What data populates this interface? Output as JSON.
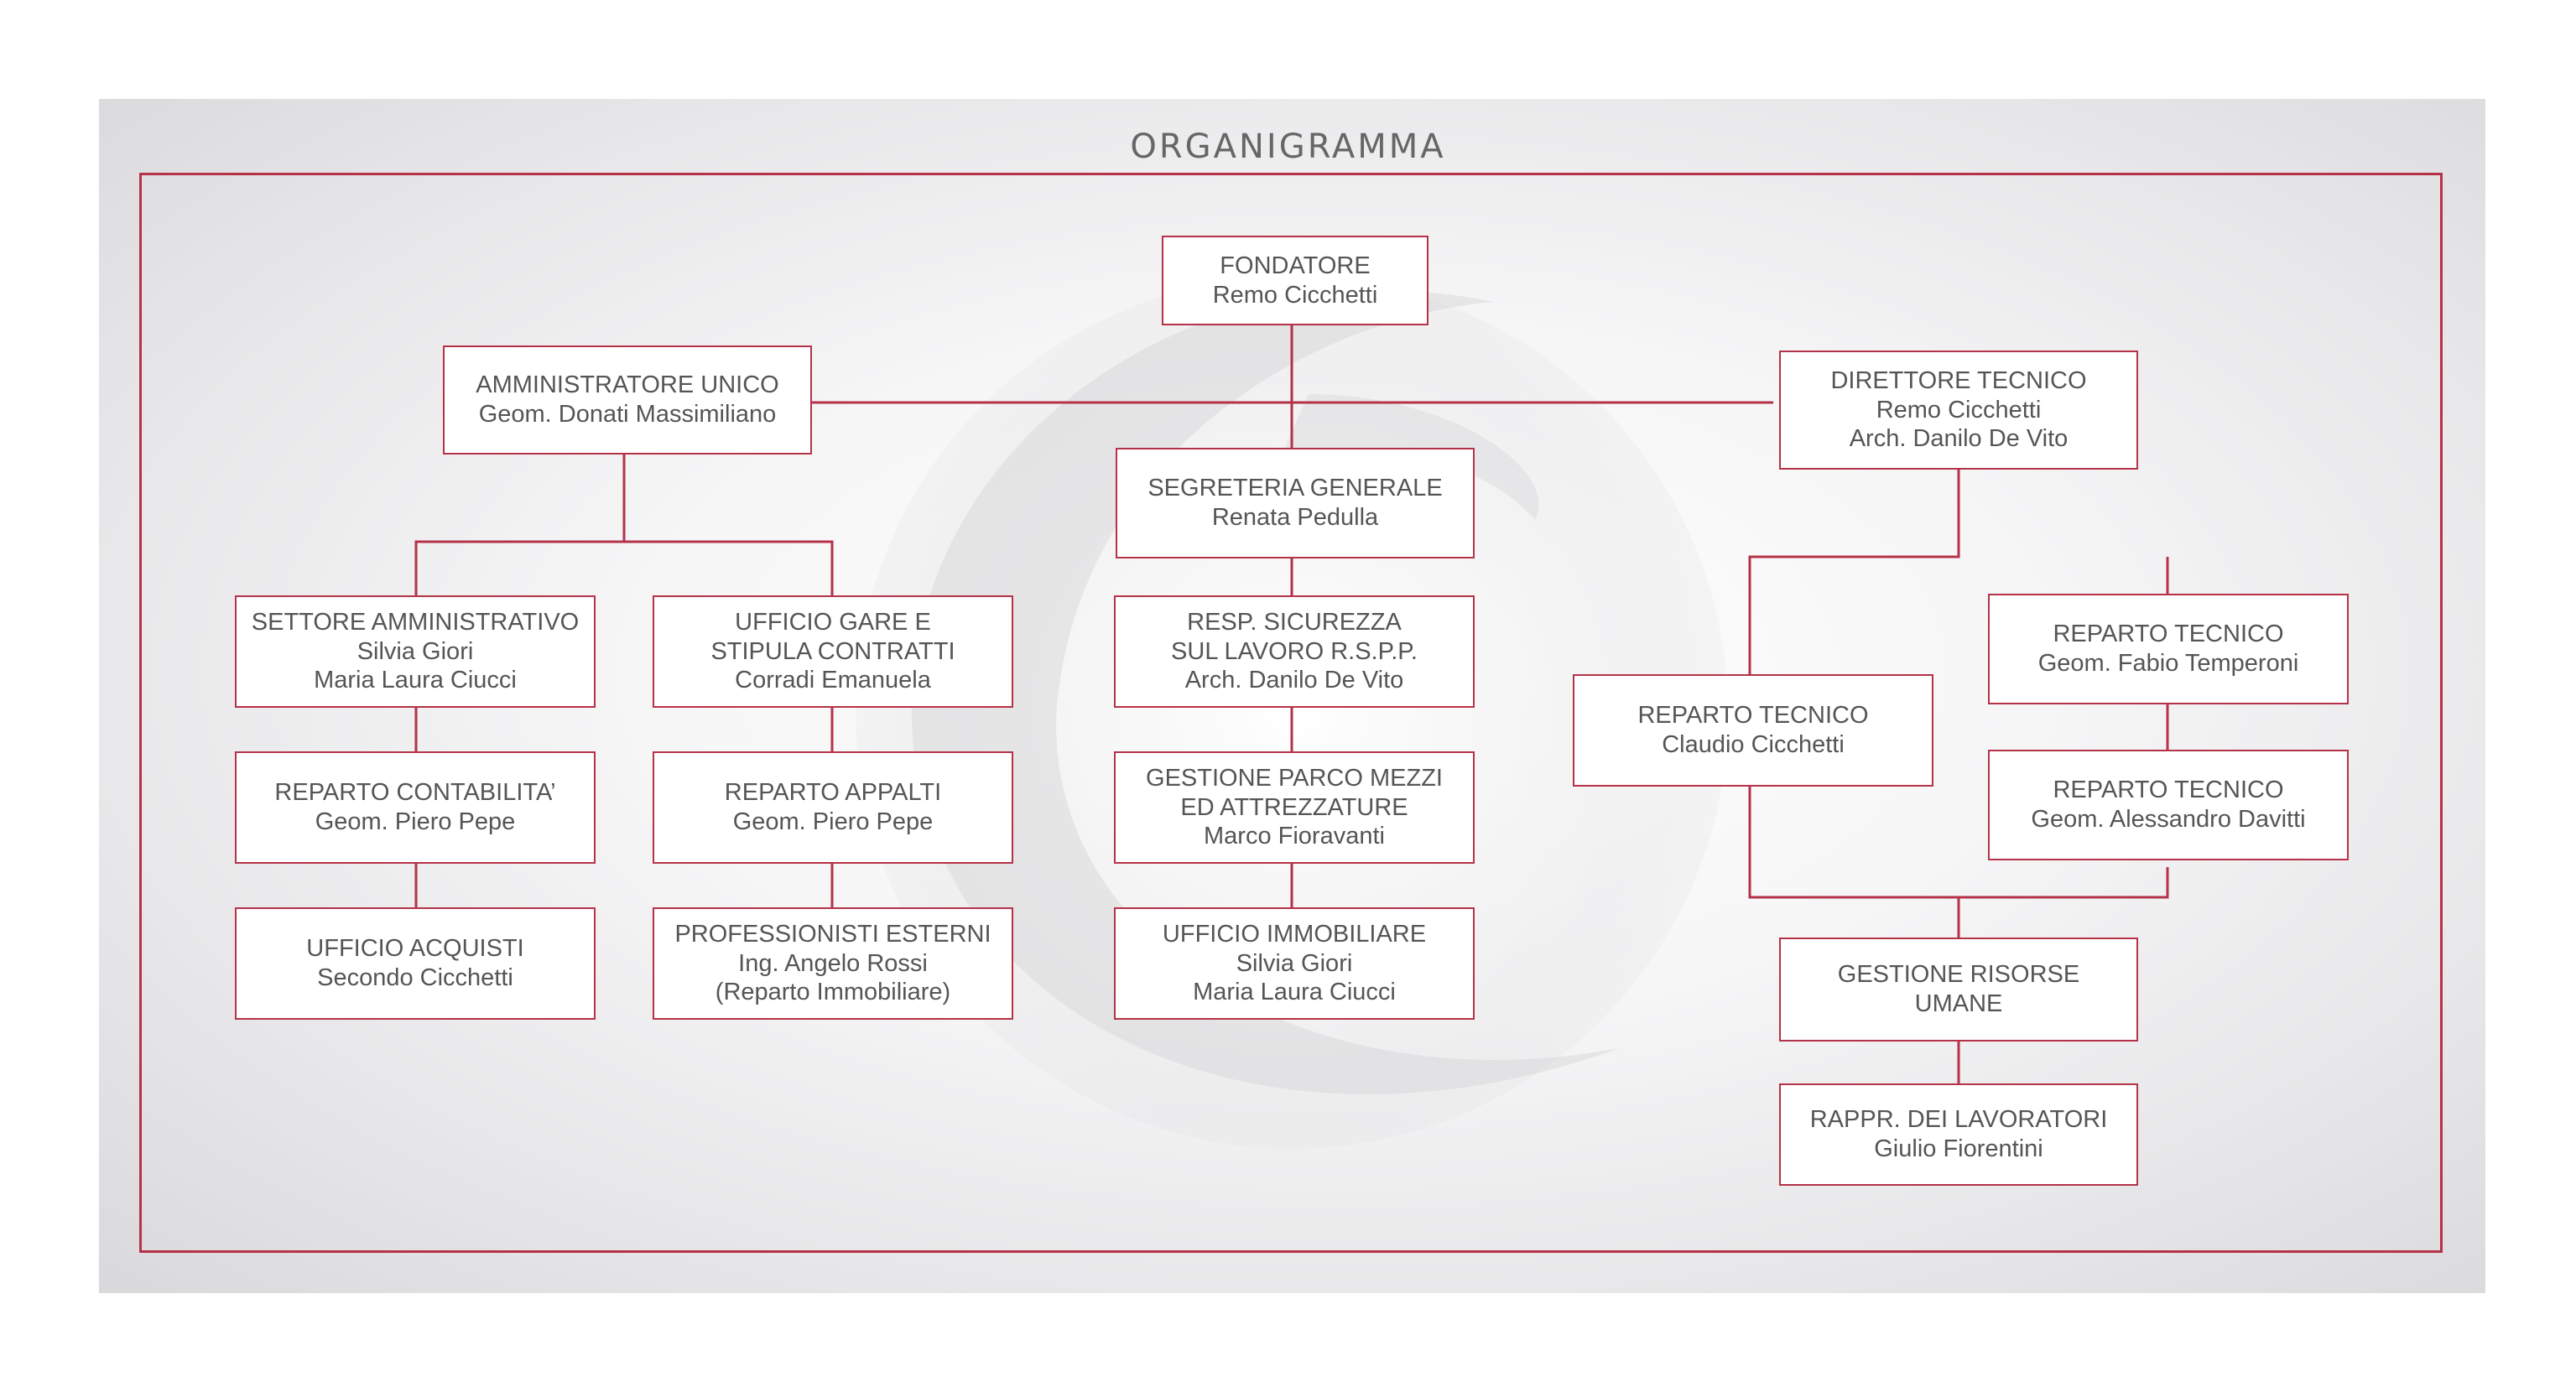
{
  "title": "ORGANIGRAMMA",
  "colors": {
    "accent": "#b53248",
    "text": "#555555",
    "panel": "#e2e2e4"
  },
  "nodes": {
    "fondatore": {
      "title": "FONDATORE",
      "lines": [
        "Remo Cicchetti"
      ]
    },
    "amministratore": {
      "title": "AMMINISTRATORE UNICO",
      "lines": [
        "Geom. Donati Massimiliano"
      ]
    },
    "direttore": {
      "title": "DIRETTORE TECNICO",
      "lines": [
        "Remo Cicchetti",
        "Arch. Danilo De Vito"
      ]
    },
    "segreteria": {
      "title": "SEGRETERIA GENERALE",
      "lines": [
        "Renata Pedulla"
      ]
    },
    "settore_amm": {
      "title": "SETTORE AMMINISTRATIVO",
      "lines": [
        "Silvia Giori",
        "Maria Laura Ciucci"
      ]
    },
    "ufficio_gare": {
      "title": "UFFICIO GARE E",
      "lines": [
        "STIPULA CONTRATTI",
        "Corradi Emanuela"
      ]
    },
    "resp_sicurezza": {
      "title": "RESP. SICUREZZA",
      "lines": [
        "SUL LAVORO R.S.P.P.",
        "Arch. Danilo De Vito"
      ]
    },
    "reparto_contabilita": {
      "title": "REPARTO CONTABILITA’",
      "lines": [
        "Geom. Piero Pepe"
      ]
    },
    "reparto_appalti": {
      "title": "REPARTO APPALTI",
      "lines": [
        "Geom. Piero Pepe"
      ]
    },
    "gestione_parco": {
      "title": "GESTIONE PARCO MEZZI",
      "lines": [
        "ED ATTREZZATURE",
        "Marco Fioravanti"
      ]
    },
    "ufficio_acquisti": {
      "title": "UFFICIO ACQUISTI",
      "lines": [
        "Secondo Cicchetti"
      ]
    },
    "professionisti": {
      "title": "PROFESSIONISTI ESTERNI",
      "lines": [
        "Ing. Angelo Rossi",
        "(Reparto Immobiliare)"
      ]
    },
    "ufficio_immobiliare": {
      "title": "UFFICIO IMMOBILIARE",
      "lines": [
        "Silvia Giori",
        "Maria Laura Ciucci"
      ]
    },
    "reparto_tecnico_1": {
      "title": "REPARTO TECNICO",
      "lines": [
        "Claudio Cicchetti"
      ]
    },
    "reparto_tecnico_2": {
      "title": "REPARTO TECNICO",
      "lines": [
        "Geom. Fabio Temperoni"
      ]
    },
    "reparto_tecnico_3": {
      "title": "REPARTO TECNICO",
      "lines": [
        "Geom. Alessandro Davitti"
      ]
    },
    "gestione_risorse": {
      "title": "GESTIONE RISORSE",
      "lines": [
        "UMANE"
      ]
    },
    "rappr_lavoratori": {
      "title": "RAPPR. DEI LAVORATORI",
      "lines": [
        "Giulio Fiorentini"
      ]
    }
  }
}
